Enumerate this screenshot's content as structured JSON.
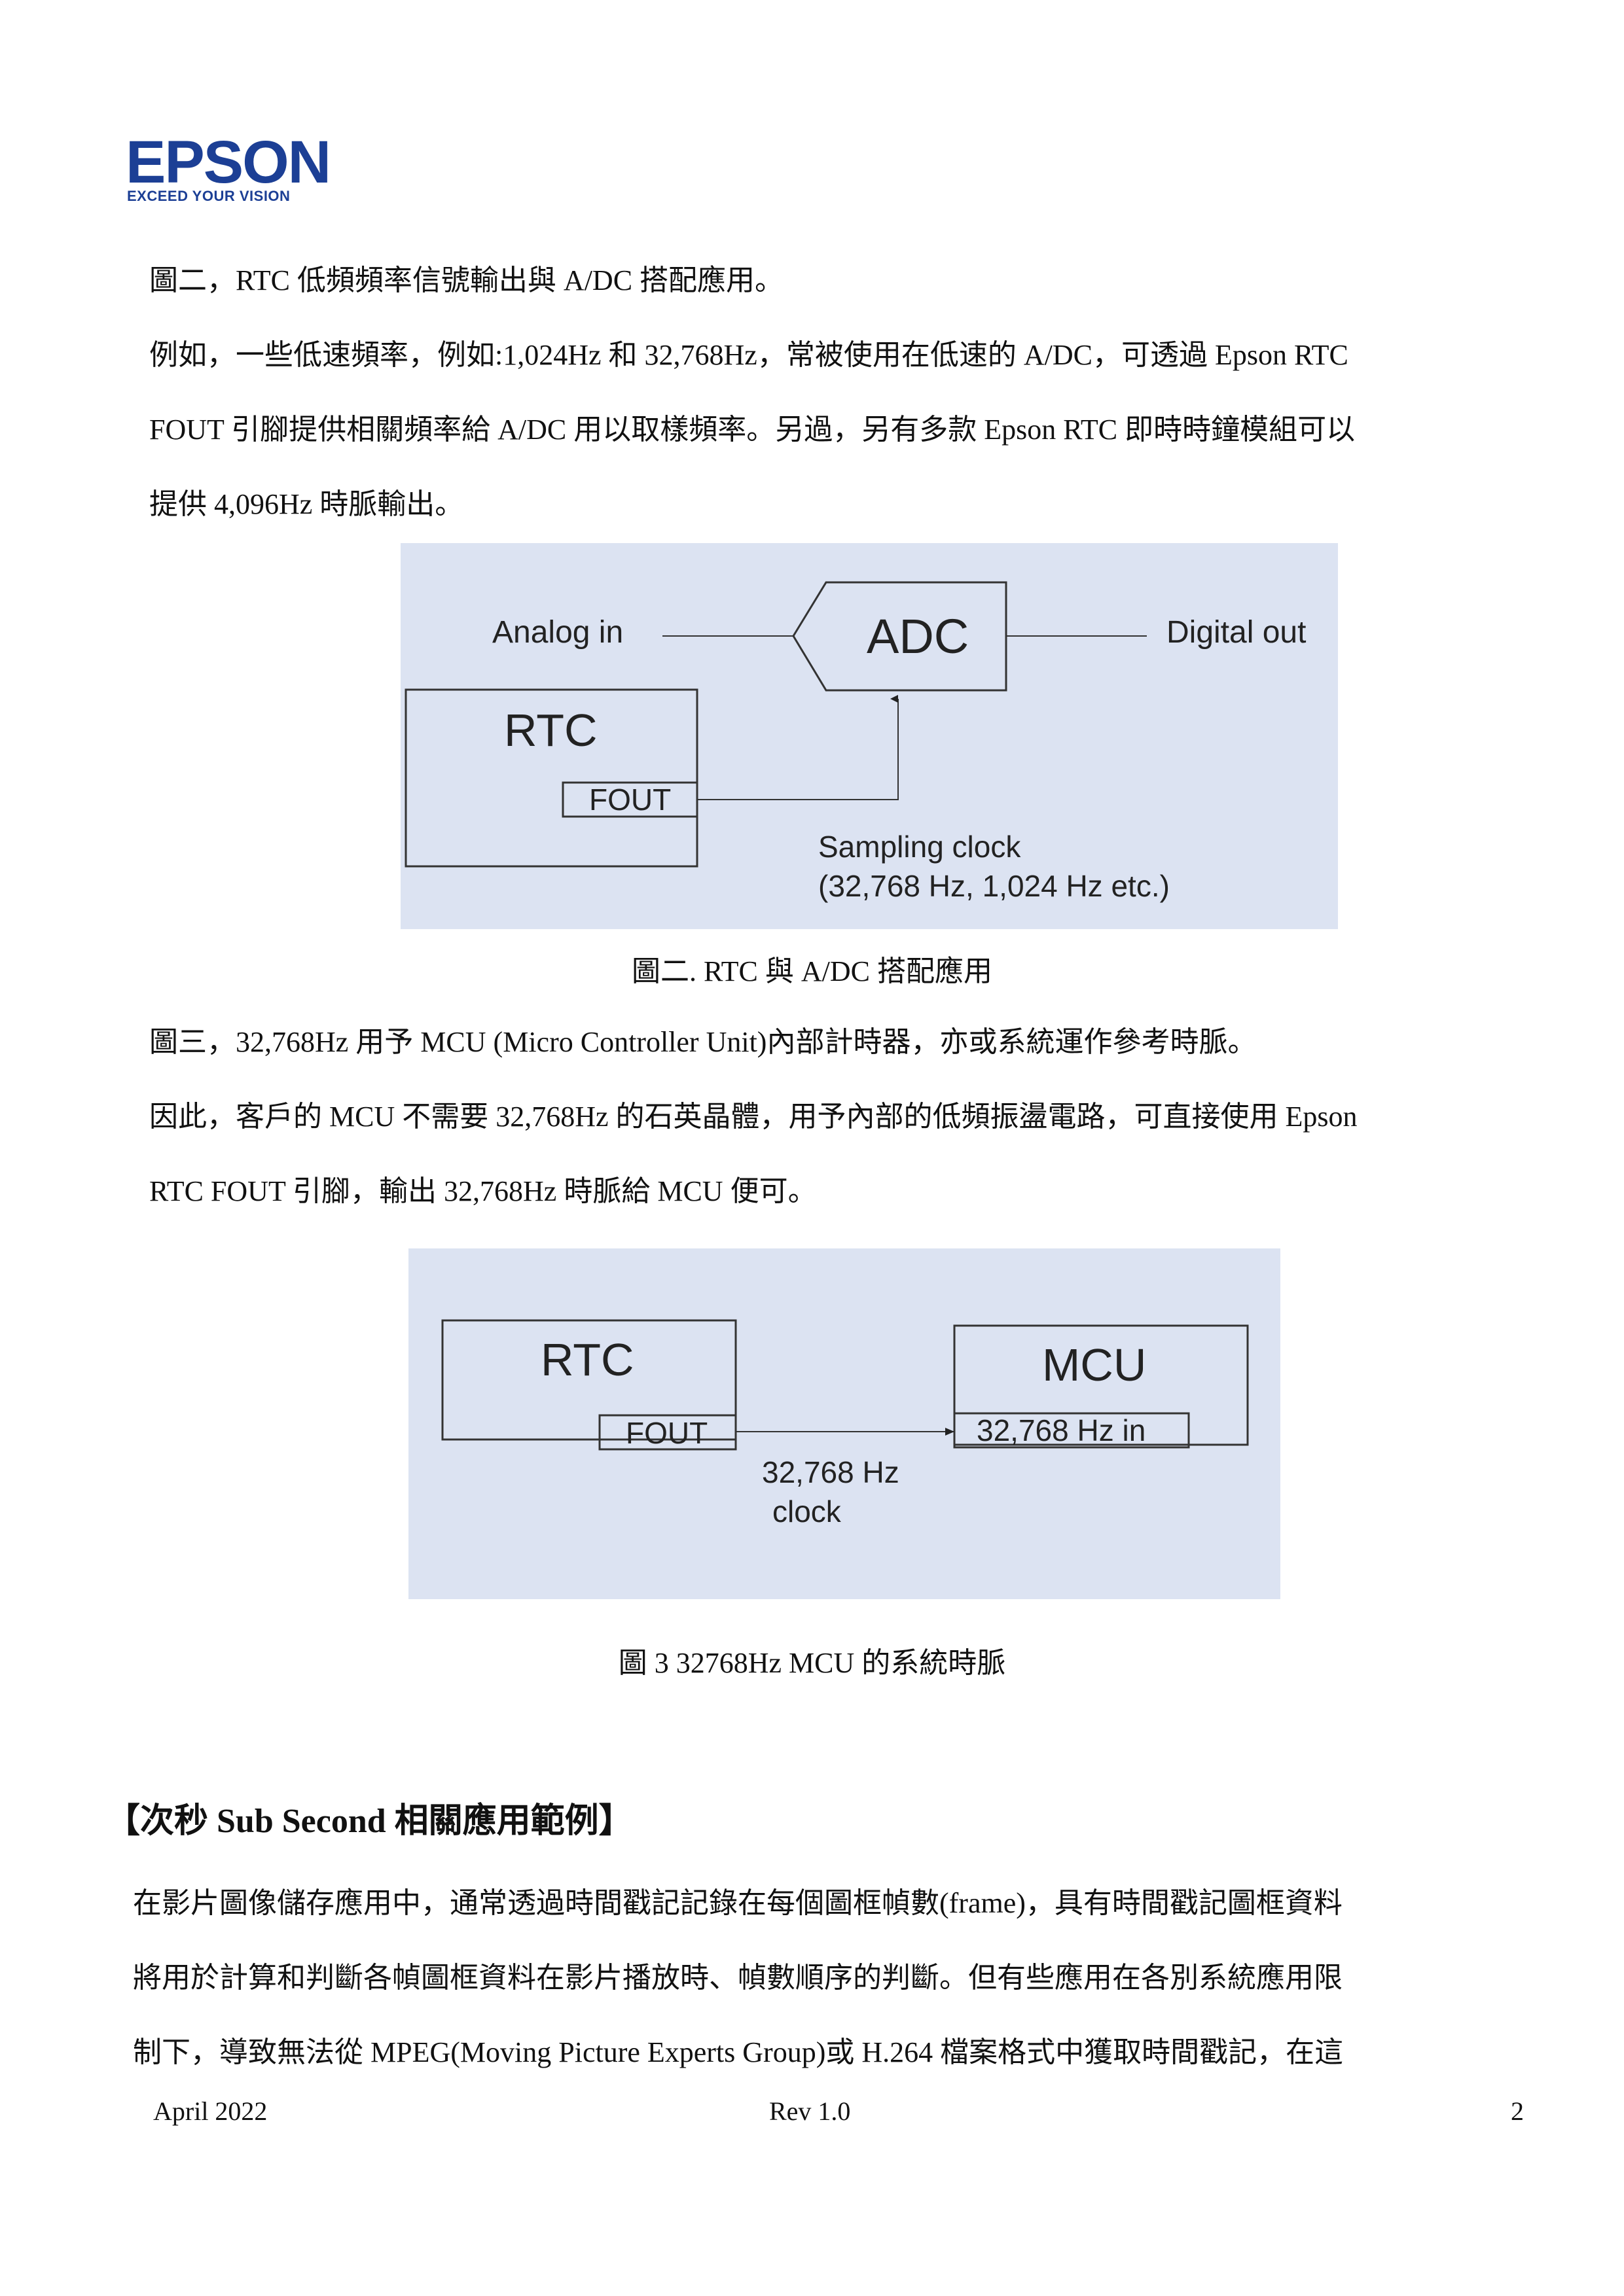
{
  "header": {
    "logo_text": "EPSON",
    "tagline": "EXCEED YOUR VISION"
  },
  "section1": {
    "lines": [
      "圖二，RTC 低頻頻率信號輸出與 A/DC 搭配應用。",
      "例如，一些低速頻率，例如:1,024Hz 和 32,768Hz，常被使用在低速的 A/DC，可透過 Epson RTC",
      "FOUT 引腳提供相關頻率給 A/DC 用以取樣頻率。另過，另有多款 Epson RTC 即時時鐘模組可以",
      "提供 4,096Hz 時脈輸出。"
    ]
  },
  "figure2": {
    "analog_in": "Analog in",
    "adc": "ADC",
    "digital_out": "Digital out",
    "rtc": "RTC",
    "fout": "FOUT",
    "sampling_clock": "Sampling clock",
    "sampling_values": "(32,768 Hz, 1,024 Hz etc.)",
    "caption": "圖二. RTC 與 A/DC 搭配應用"
  },
  "section2": {
    "lines": [
      "圖三，32,768Hz 用予 MCU (Micro Controller Unit)內部計時器，亦或系統運作參考時脈。",
      "因此，客戶的 MCU 不需要 32,768Hz 的石英晶體，用予內部的低頻振盪電路，可直接使用 Epson",
      "RTC FOUT 引腳，輸出 32,768Hz 時脈給 MCU 便可。"
    ]
  },
  "figure3": {
    "rtc": "RTC",
    "fout": "FOUT",
    "mcu": "MCU",
    "mcu_in": "32,768 Hz in",
    "clock_line1": "32,768 Hz",
    "clock_line2": "clock",
    "caption": "圖 3 32768Hz MCU 的系統時脈"
  },
  "section3": {
    "heading": "【次秒 Sub Second 相關應用範例】",
    "lines": [
      "在影片圖像儲存應用中，通常透過時間戳記記錄在每個圖框幀數(frame)，具有時間戳記圖框資料",
      "將用於計算和判斷各幀圖框資料在影片播放時、幀數順序的判斷。但有些應用在各別系統應用限",
      "制下，導致無法從 MPEG(Moving Picture Experts Group)或 H.264 檔案格式中獲取時間戳記，在這"
    ]
  },
  "footer": {
    "date": "April 2022",
    "revision": "Rev 1.0",
    "page": "2"
  }
}
